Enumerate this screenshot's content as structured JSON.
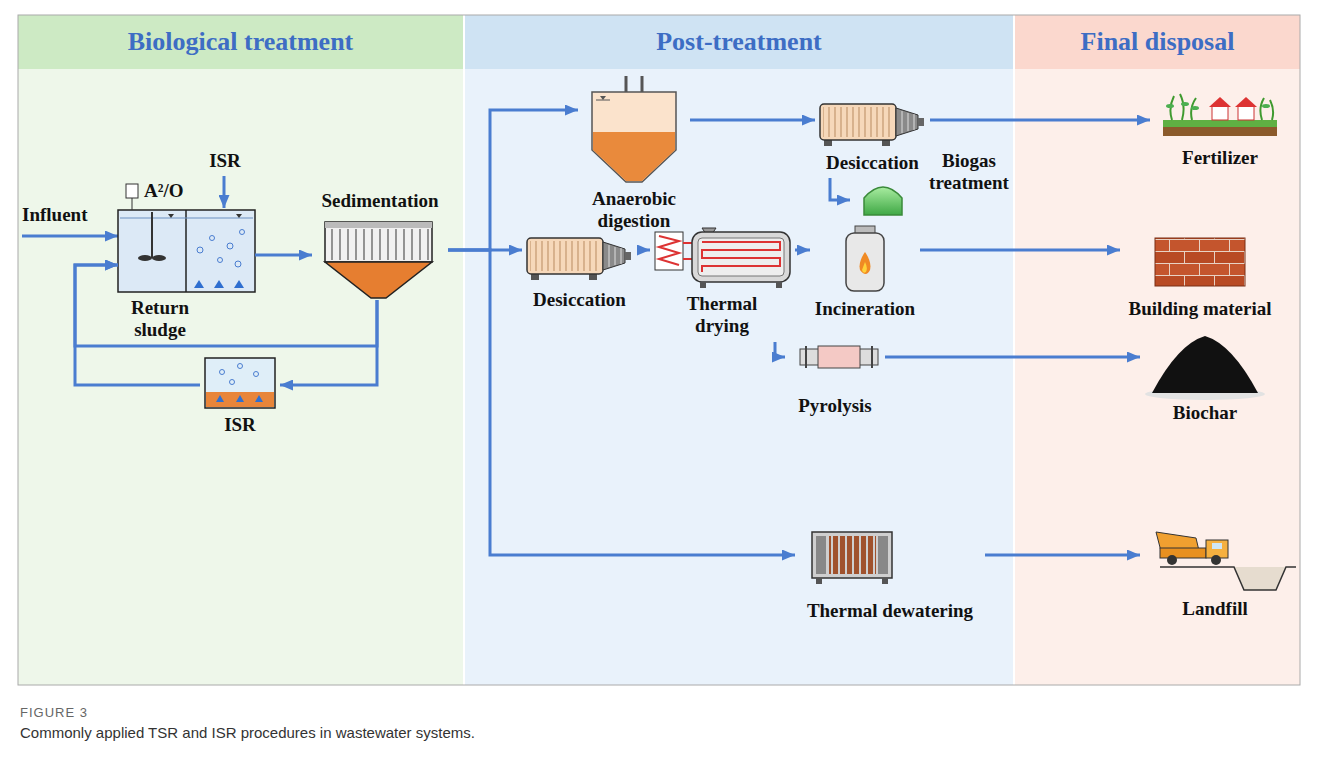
{
  "diagram": {
    "caption": "Commonly applied TSR and ISR procedures in wastewater systems.",
    "nodes": [
      {
        "text": [
          "Biological treatment"
        ]
      },
      {
        "text": [
          "Post-treatment"
        ]
      },
      {
        "text": [
          "Final disposal"
        ]
      },
      {
        "text": [
          "A²/O"
        ],
        "in": 0
      },
      {
        "text": [
          "Sedimentation"
        ],
        "in": 0
      },
      {
        "text": [
          "ISR"
        ],
        "in": 0
      },
      {
        "text": [
          "Anaerobic digestion"
        ],
        "in": 1
      },
      {
        "text": [
          "Desiccation"
        ],
        "in": 1
      },
      {
        "text": [
          "Biogas treatment"
        ],
        "in": 1
      },
      {
        "text": [
          "Desiccation"
        ],
        "in": 1
      },
      {
        "text": [
          "Thermal drying"
        ],
        "in": 1
      },
      {
        "text": [
          "Incineration"
        ],
        "in": 1
      },
      {
        "text": [
          "Pyrolysis"
        ],
        "in": 1
      },
      {
        "text": [
          "Thermal dewatering"
        ],
        "in": 1
      },
      {
        "text": [
          "Fertilizer"
        ],
        "in": 2
      },
      {
        "text": [
          "Building material"
        ],
        "in": 2
      },
      {
        "text": [
          "Biochar"
        ],
        "in": 2
      },
      {
        "text": [
          "Landfill"
        ],
        "in": 2
      }
    ],
    "edges": [
      {
        "from": 3,
        "to": 4,
        "arrow": "to"
      },
      {
        "from": 4,
        "to": 3,
        "arrow": "to"
      },
      {
        "from": 4,
        "to": 5,
        "arrow": "to"
      },
      {
        "from": 5,
        "to": 3,
        "arrow": "to"
      },
      {
        "from": 4,
        "to": 6,
        "arrow": "to"
      },
      {
        "from": 4,
        "to": 9,
        "arrow": "to"
      },
      {
        "from": 4,
        "to": 13,
        "arrow": "to"
      },
      {
        "from": 6,
        "to": 7,
        "arrow": "to"
      },
      {
        "from": 7,
        "to": 14,
        "arrow": "to"
      },
      {
        "from": 7,
        "to": 8,
        "arrow": "to"
      },
      {
        "from": 9,
        "to": 10,
        "arrow": "to"
      },
      {
        "from": 10,
        "to": 11,
        "arrow": "to"
      },
      {
        "from": 10,
        "to": 12,
        "arrow": "to"
      },
      {
        "from": 11,
        "to": 15,
        "arrow": "to"
      },
      {
        "from": 12,
        "to": 16,
        "arrow": "to"
      },
      {
        "from": 13,
        "to": 17,
        "arrow": "to"
      }
    ],
    "labels": [
      "ISR",
      "Influent",
      "Return sludge",
      "FIGURE 3"
    ]
  }
}
